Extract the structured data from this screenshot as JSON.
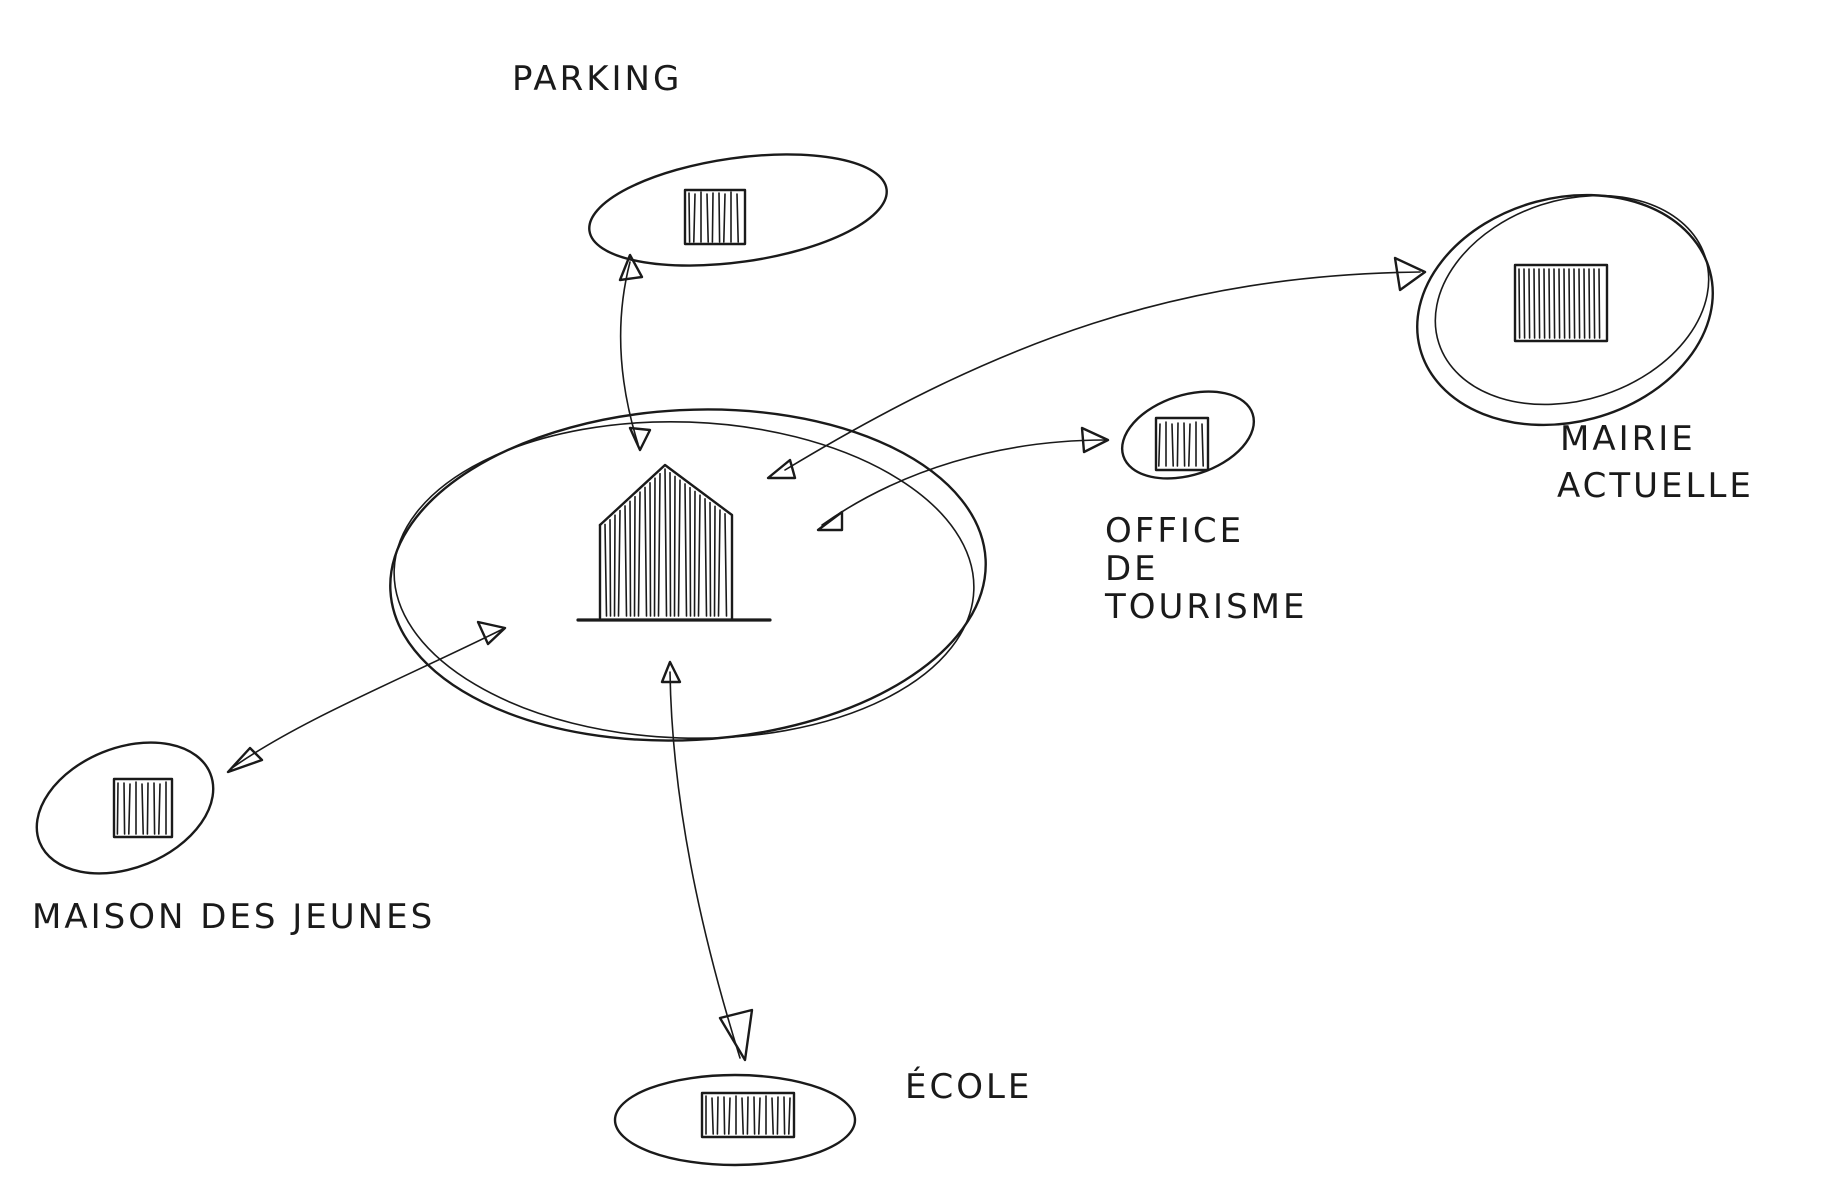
{
  "labels": {
    "parking": "PARKING",
    "mairie_line1": "MAIRIE",
    "mairie_line2": "ACTUELLE",
    "office_line1": "OFFICE",
    "office_line2": "DE",
    "office_line3": "TOURISME",
    "maison": "MAISON DES JEUNES",
    "ecole": "ÉCOLE"
  },
  "colors": {
    "ink": "#1a1a1a",
    "paper": "#ffffff"
  }
}
